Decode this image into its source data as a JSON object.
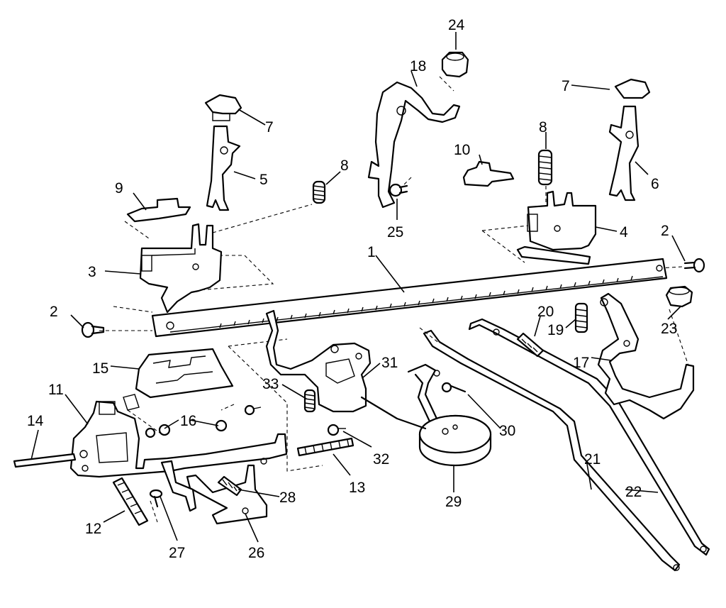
{
  "diagram": {
    "callouts": [
      {
        "id": "c1",
        "text": "1"
      },
      {
        "id": "c2a",
        "text": "2"
      },
      {
        "id": "c2b",
        "text": "2"
      },
      {
        "id": "c3",
        "text": "3"
      },
      {
        "id": "c4",
        "text": "4"
      },
      {
        "id": "c5",
        "text": "5"
      },
      {
        "id": "c6",
        "text": "6"
      },
      {
        "id": "c7a",
        "text": "7"
      },
      {
        "id": "c7b",
        "text": "7"
      },
      {
        "id": "c8a",
        "text": "8"
      },
      {
        "id": "c8b",
        "text": "8"
      },
      {
        "id": "c9",
        "text": "9"
      },
      {
        "id": "c10",
        "text": "10"
      },
      {
        "id": "c11",
        "text": "11"
      },
      {
        "id": "c12",
        "text": "12"
      },
      {
        "id": "c13",
        "text": "13"
      },
      {
        "id": "c14",
        "text": "14"
      },
      {
        "id": "c15",
        "text": "15"
      },
      {
        "id": "c16",
        "text": "16"
      },
      {
        "id": "c17",
        "text": "17"
      },
      {
        "id": "c18",
        "text": "18"
      },
      {
        "id": "c19",
        "text": "19"
      },
      {
        "id": "c20",
        "text": "20"
      },
      {
        "id": "c21",
        "text": "21"
      },
      {
        "id": "c22",
        "text": "22"
      },
      {
        "id": "c23",
        "text": "23"
      },
      {
        "id": "c24",
        "text": "24"
      },
      {
        "id": "c25",
        "text": "25"
      },
      {
        "id": "c26",
        "text": "26"
      },
      {
        "id": "c27",
        "text": "27"
      },
      {
        "id": "c28",
        "text": "28"
      },
      {
        "id": "c29",
        "text": "29"
      },
      {
        "id": "c30",
        "text": "30"
      },
      {
        "id": "c31",
        "text": "31"
      },
      {
        "id": "c32",
        "text": "32"
      },
      {
        "id": "c33",
        "text": "33"
      }
    ]
  }
}
